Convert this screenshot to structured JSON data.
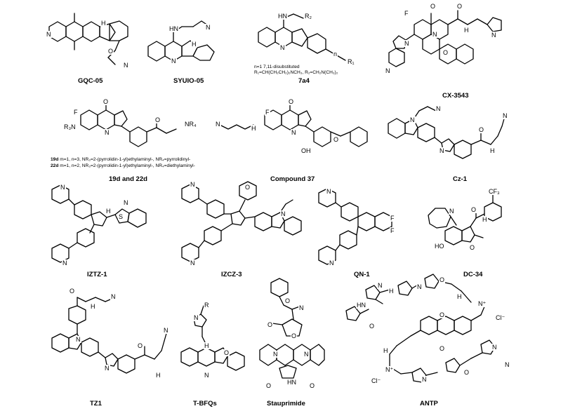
{
  "compounds": [
    {
      "id": "gqc05",
      "label": "GQC-05"
    },
    {
      "id": "syuio05",
      "label": "SYUIO-05"
    },
    {
      "id": "7a4",
      "label": "7a4"
    },
    {
      "id": "cx3543",
      "label": "CX-3543"
    },
    {
      "id": "19d22d",
      "label": "19d and 22d"
    },
    {
      "id": "c37",
      "label": "Compound 37"
    },
    {
      "id": "cz1",
      "label": "Cz-1"
    },
    {
      "id": "iztz1",
      "label": "IZTZ-1"
    },
    {
      "id": "izcz3",
      "label": "IZCZ-3"
    },
    {
      "id": "qn1",
      "label": "QN-1"
    },
    {
      "id": "dc34",
      "label": "DC-34"
    },
    {
      "id": "tz1",
      "label": "TZ1"
    },
    {
      "id": "tbfq",
      "label": "T-BFQs"
    },
    {
      "id": "stauprimide",
      "label": "Stauprimide"
    },
    {
      "id": "antp",
      "label": "ANTP"
    }
  ],
  "notes": {
    "n7a4_line1": "n=1 7,11-disubstituted",
    "n7a4_line2": "R₁=CH(CH₂CH₂)₂NCH₃, R₂=CH₂N(CH₃)₂",
    "n19d_id": "19d",
    "n19d_text": "m=1, n=3, NR₃=2-(pyrrolidin-1-yl)ethylaminyl-, NR₄=pyrrolidinyl-",
    "n22d_id": "22d",
    "n22d_text": "m=1, n=2, NR₃=2-(pyrrolidin-1-yl)ethylaminyl-, NR₄=diethylaminyl-"
  },
  "atoms": {
    "N": "N",
    "NH": "NH",
    "H": "H",
    "HN": "HN",
    "O": "O",
    "F": "F",
    "R": "R",
    "R1": "R₁",
    "R2": "R₂",
    "R3N": "R₃N",
    "NR4": "NR₄",
    "HO": "HO",
    "OH": "OH",
    "CF3": "CF₃",
    "Cl": "Cl⁻",
    "Nplus": "N⁺",
    "S": "S",
    "n": "n",
    "m": "m"
  }
}
